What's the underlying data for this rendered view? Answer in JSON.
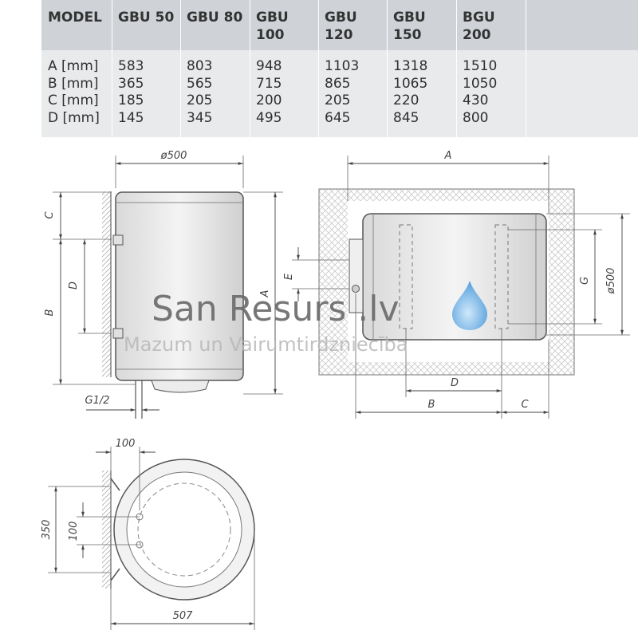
{
  "table": {
    "header_label": "MODEL",
    "models": [
      {
        "line1": "GBU 50",
        "line2": ""
      },
      {
        "line1": "GBU 80",
        "line2": ""
      },
      {
        "line1": "GBU",
        "line2": "100"
      },
      {
        "line1": "GBU",
        "line2": "120"
      },
      {
        "line1": "GBU",
        "line2": "150"
      },
      {
        "line1": "BGU",
        "line2": "200"
      }
    ],
    "rows": [
      {
        "label": "A [mm]",
        "values": [
          "583",
          "803",
          "948",
          "1103",
          "1318",
          "1510"
        ]
      },
      {
        "label": "B [mm]",
        "values": [
          "365",
          "565",
          "715",
          "865",
          "1065",
          "1050"
        ]
      },
      {
        "label": "C [mm]",
        "values": [
          "185",
          "205",
          "200",
          "205",
          "220",
          "430"
        ]
      },
      {
        "label": "D [mm]",
        "values": [
          "145",
          "345",
          "495",
          "645",
          "845",
          "800"
        ]
      }
    ]
  },
  "dimensions": {
    "front_diameter": "ø500",
    "label_c": "C",
    "label_d": "D",
    "label_b": "B",
    "label_a": "A",
    "label_e": "E",
    "thread": "G1/2",
    "side_a": "A",
    "side_diameter": "ø500",
    "label_g": "G",
    "side_d": "D",
    "side_b": "B",
    "side_c": "C",
    "top_offset": "100",
    "top_depth": "350",
    "top_spacing": "100",
    "top_width": "507"
  },
  "watermark": {
    "title": "San Resurs .lv",
    "subtitle": "Mazum un Vairumtirdzniecība",
    "drop_color": "#5aa9e6"
  }
}
